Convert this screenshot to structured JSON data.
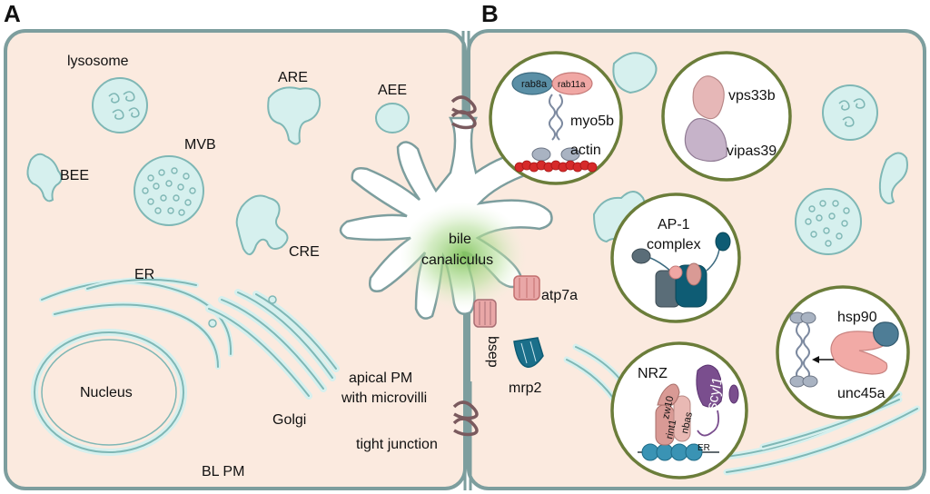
{
  "panels": {
    "a": "A",
    "b": "B"
  },
  "labels": {
    "lysosome": "lysosome",
    "are": "ARE",
    "aee": "AEE",
    "mvb": "MVB",
    "bee": "BEE",
    "cre": "CRE",
    "er": "ER",
    "nucleus": "Nucleus",
    "golgi": "Golgi",
    "bl_pm": "BL PM",
    "apical_pm_1": "apical PM",
    "apical_pm_2": "with microvilli",
    "tight_junction": "tight junction",
    "bile_1": "bile",
    "bile_2": "canaliculus",
    "atp7a": "atp7a",
    "bsep": "bsep",
    "mrp2": "mrp2"
  },
  "insets": {
    "myo5b": {
      "rab8a": "rab8a",
      "rab11a": "rab11a",
      "myo5b": "myo5b",
      "actin": "actin"
    },
    "vps": {
      "vps33b": "vps33b",
      "vipas39": "vipas39"
    },
    "ap1": {
      "line1": "AP-1",
      "line2": "complex"
    },
    "hsp": {
      "hsp90": "hsp90",
      "unc45a": "unc45a"
    },
    "nrz": {
      "title": "NRZ",
      "zw10": "zw10",
      "rint1": "rint1",
      "nbas": "nbas",
      "scyl1": "scyl1",
      "er": "ER"
    }
  },
  "colors": {
    "cell_fill": "#fbeadf",
    "cell_stroke": "#7d9e9e",
    "organelle_fill": "#d6f0ee",
    "organelle_stroke": "#7fb7b5",
    "inset_ring": "#6b7d3a",
    "canaliculus_glow": "#9bd27a",
    "tight_junction": "#7a5a5e",
    "actin": "#d62a2a",
    "rab8a": "#5a8fa6",
    "rab11a": "#f0a7a4",
    "pink": "#e9a7a7",
    "purple": "#7a4e8e",
    "teal_dark": "#0e5c74",
    "slate": "#5a6d78"
  }
}
